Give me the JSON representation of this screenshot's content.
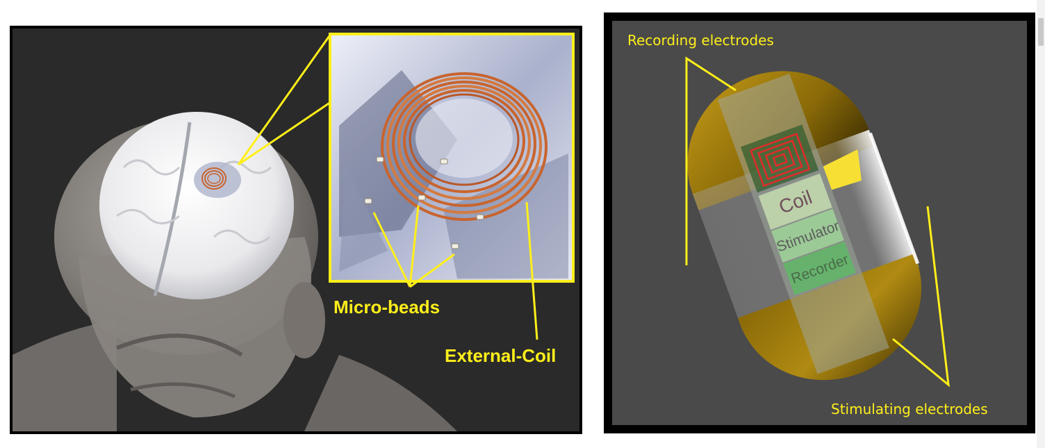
{
  "left_figure": {
    "labels": {
      "micro_beads": "Micro-beads",
      "external_coil": "External-Coil"
    }
  },
  "right_figure": {
    "labels": {
      "recording": "Recording electrodes",
      "stimulating": "Stimulating electrodes",
      "coil": "Coil",
      "stimulator": "Stimulator",
      "recorder": "Recorder"
    }
  },
  "colors": {
    "callout": "#ffef1a",
    "left_background": "#2a2a2a",
    "right_background": "#4a4a4a",
    "coil_copper": "#c8642e",
    "electrode_gold": "#b08a12"
  }
}
